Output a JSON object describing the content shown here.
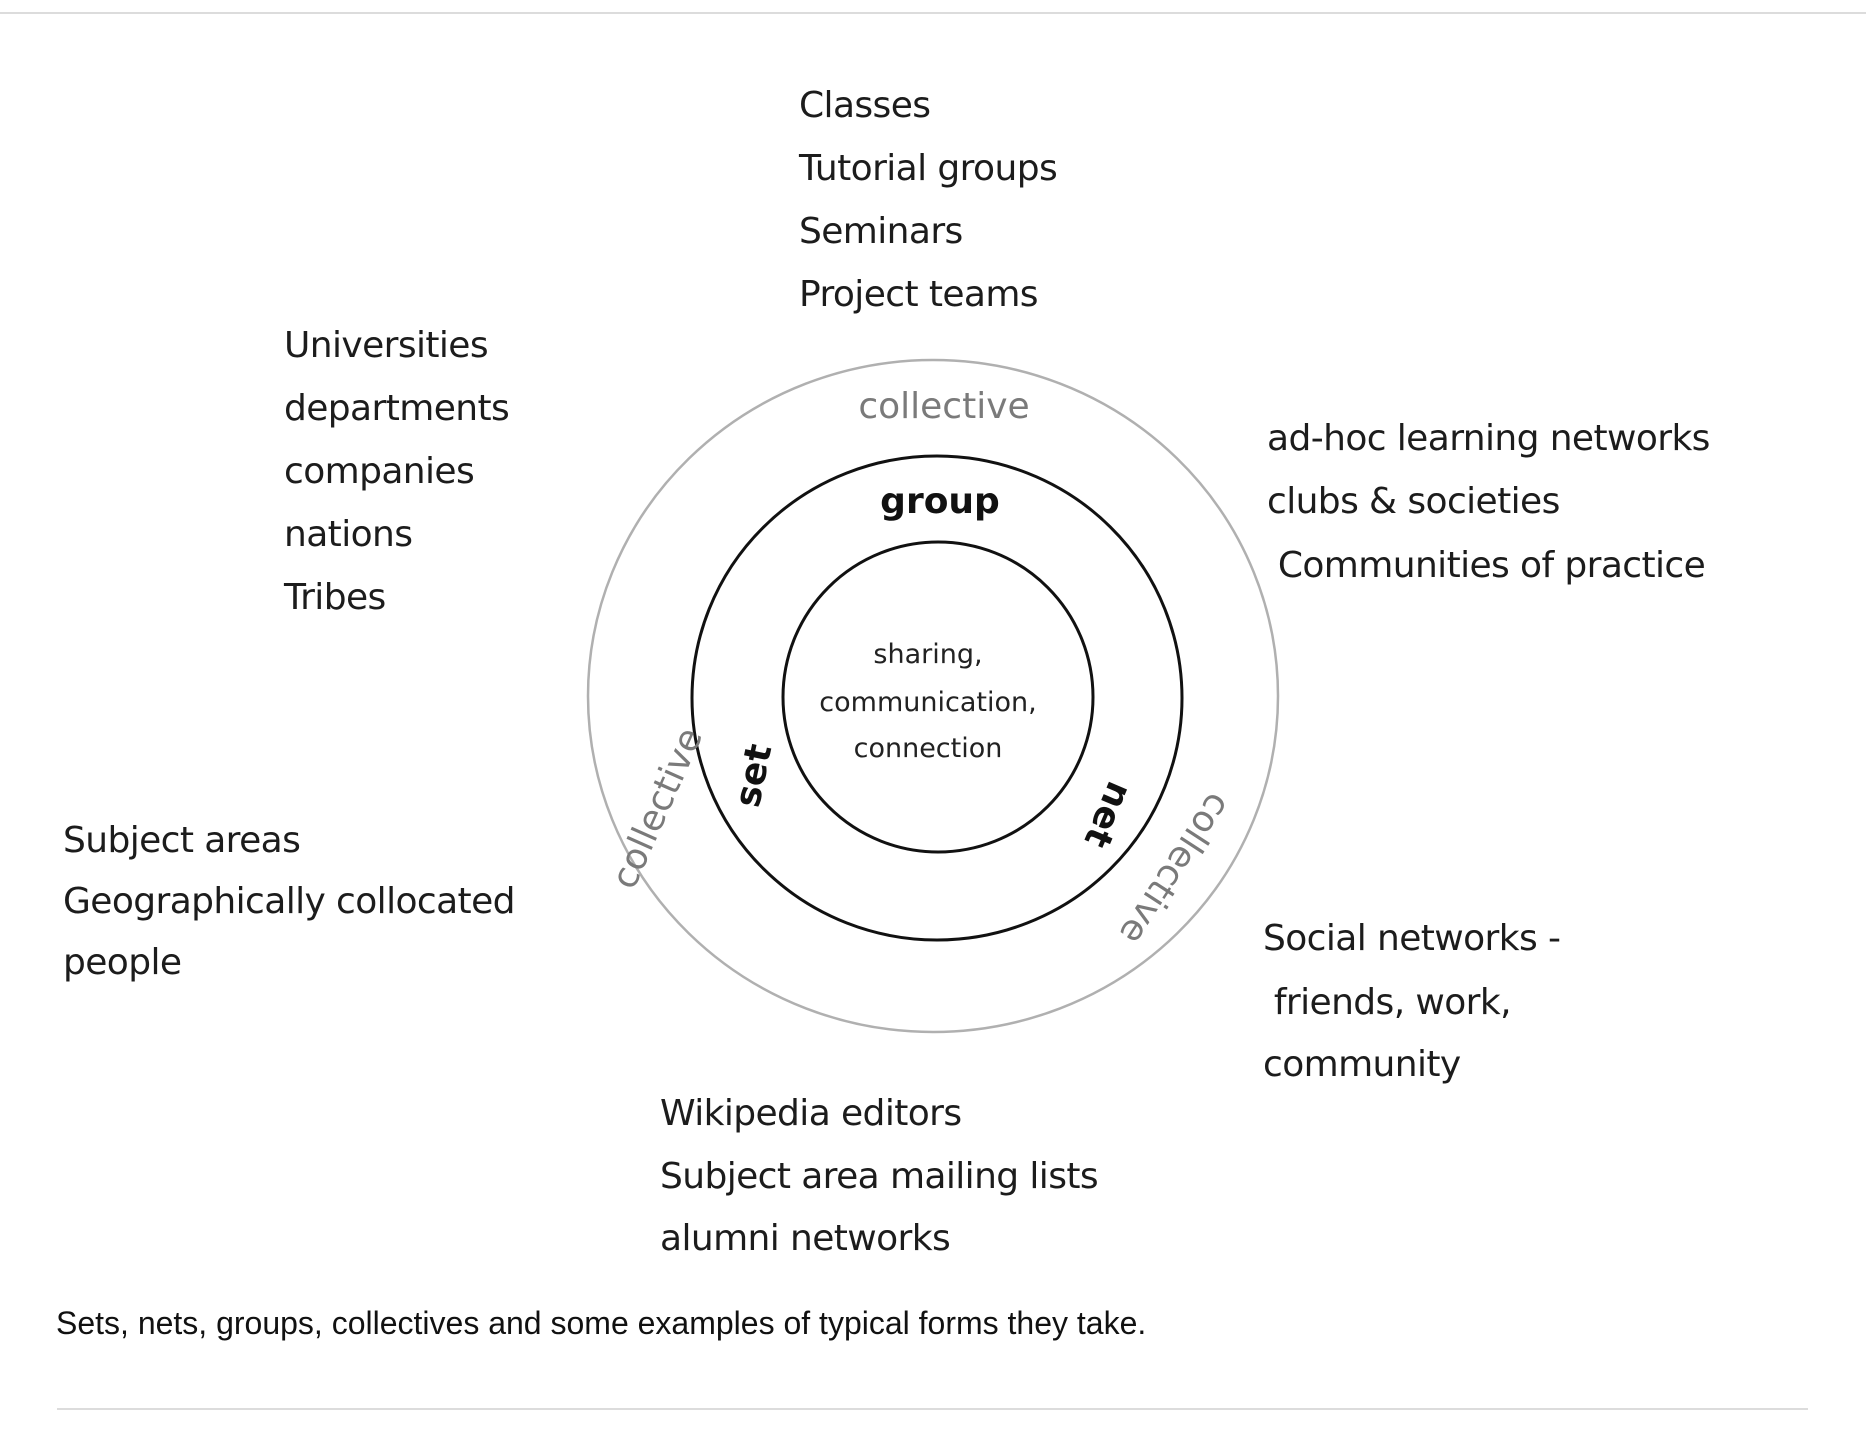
{
  "diagram": {
    "core_lines": [
      "sharing,",
      "communication,",
      "connection"
    ],
    "ring_labels": {
      "group": "group",
      "set": "set",
      "net": "net",
      "collective_top": "collective",
      "collective_left": "collective",
      "collective_right": "collective"
    },
    "examples": {
      "top": [
        "Classes",
        "Tutorial groups",
        "Seminars",
        "Project teams"
      ],
      "top_left": [
        "Universities",
        "departments",
        "companies",
        "nations",
        "Tribes"
      ],
      "top_right": [
        "ad-hoc learning networks",
        "clubs & societies",
        " Communities of practice"
      ],
      "left": [
        "Subject areas",
        "Geographically collocated",
        "people"
      ],
      "bottom_right": [
        "Social networks -",
        " friends, work,",
        "community"
      ],
      "bottom": [
        "Wikipedia editors",
        "Subject area mailing lists",
        "alumni networks"
      ]
    },
    "colors": {
      "outer_ring": "#b0b0b0",
      "inner_rings": "#111111",
      "outer_label": "#7a7a7a"
    }
  },
  "caption": "Sets, nets, groups, collectives and some examples of typical forms they take."
}
